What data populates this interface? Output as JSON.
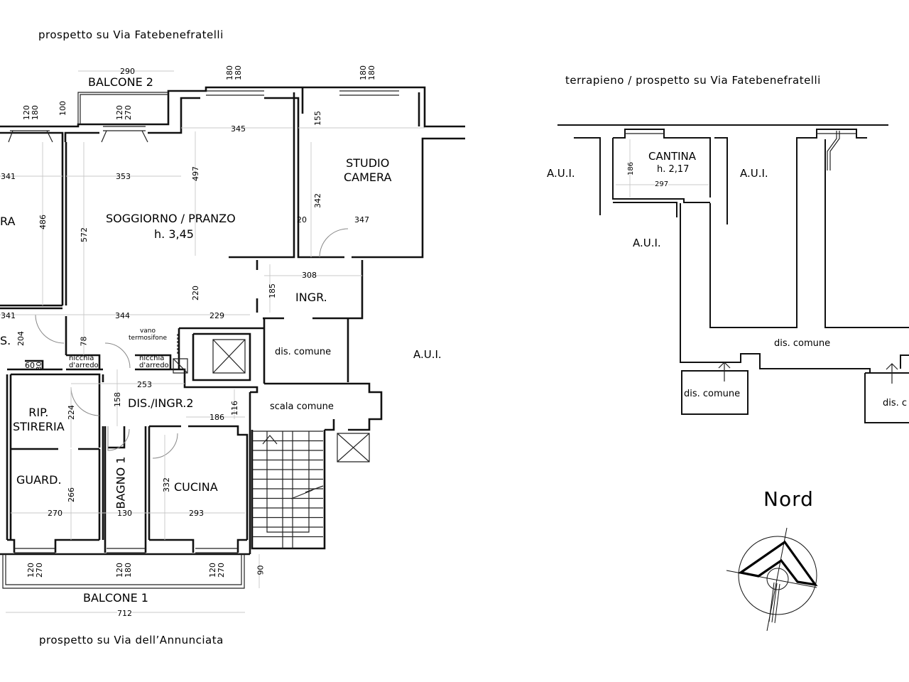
{
  "streets": {
    "top_left": "prospetto su Via Fatebenefratelli",
    "bottom_left": "prospetto su Via dell’Annunciata",
    "top_right": "terrapieno / prospetto su Via Fatebenefratelli"
  },
  "balconies": {
    "balcone2": "BALCONE 2",
    "balcone1": "BALCONE 1"
  },
  "rooms": {
    "camera_partial": "RA",
    "soggiorno": "SOGGIORNO / PRANZO",
    "soggiorno_height": "h. 3,45",
    "studio_line1": "STUDIO",
    "studio_line2": "CAMERA",
    "ingr": "INGR.",
    "dis_comune_main": "dis. comune",
    "scala_comune": "scala comune",
    "dis_ingr2": "DIS./INGR.2",
    "rip_line1": "RIP.",
    "rip_line2": "STIRERIA",
    "guard": "GUARD.",
    "bagno": "BAGNO 1",
    "cucina": "CUCINA",
    "bagno2_partial": "S.",
    "nicchia1_line1": "nicchia",
    "nicchia1_line2": "d'arredo",
    "nicchia2_line1": "nicchia",
    "nicchia2_line2": "d'arredo",
    "vano_line1": "vano",
    "vano_line2": "termosifone",
    "aui_right": "A.U.I."
  },
  "cellar": {
    "cantina": "CANTINA",
    "cantina_height": "h. 2,17",
    "aui_1": "A.U.I.",
    "aui_2": "A.U.I.",
    "aui_3": "A.U.I.",
    "dis_comune_1": "dis. comune",
    "dis_comune_2": "dis. comune",
    "dis_comune_3": "dis. c",
    "dim_186": "186",
    "dim_297": "297"
  },
  "dimensions": {
    "d290": "290",
    "d180a": "180",
    "d180b": "180",
    "d180c": "180",
    "d180d": "180",
    "d120a": "120",
    "d180e": "180",
    "d100": "100",
    "d120b": "120",
    "d270a": "270",
    "d345": "345",
    "d155": "155",
    "d341a": "341",
    "d353": "353",
    "d497": "497",
    "d486": "486",
    "d572": "572",
    "d342": "342",
    "d20": "20",
    "d347": "347",
    "d308": "308",
    "d185": "185",
    "d220": "220",
    "d341b": "341",
    "d344": "344",
    "d229": "229",
    "d204": "204",
    "d78": "78",
    "d60": "60",
    "d30": "30",
    "d253": "253",
    "d158": "158",
    "d224": "224",
    "d116": "116",
    "d186": "186",
    "d332": "332",
    "d266": "266",
    "d270b": "270",
    "d130": "130",
    "d293": "293",
    "d120c": "120",
    "d270c": "270",
    "d120d": "120",
    "d180f": "180",
    "d120e": "120",
    "d270d": "270",
    "d90": "90",
    "d712": "712"
  },
  "compass": {
    "label": "Nord"
  }
}
